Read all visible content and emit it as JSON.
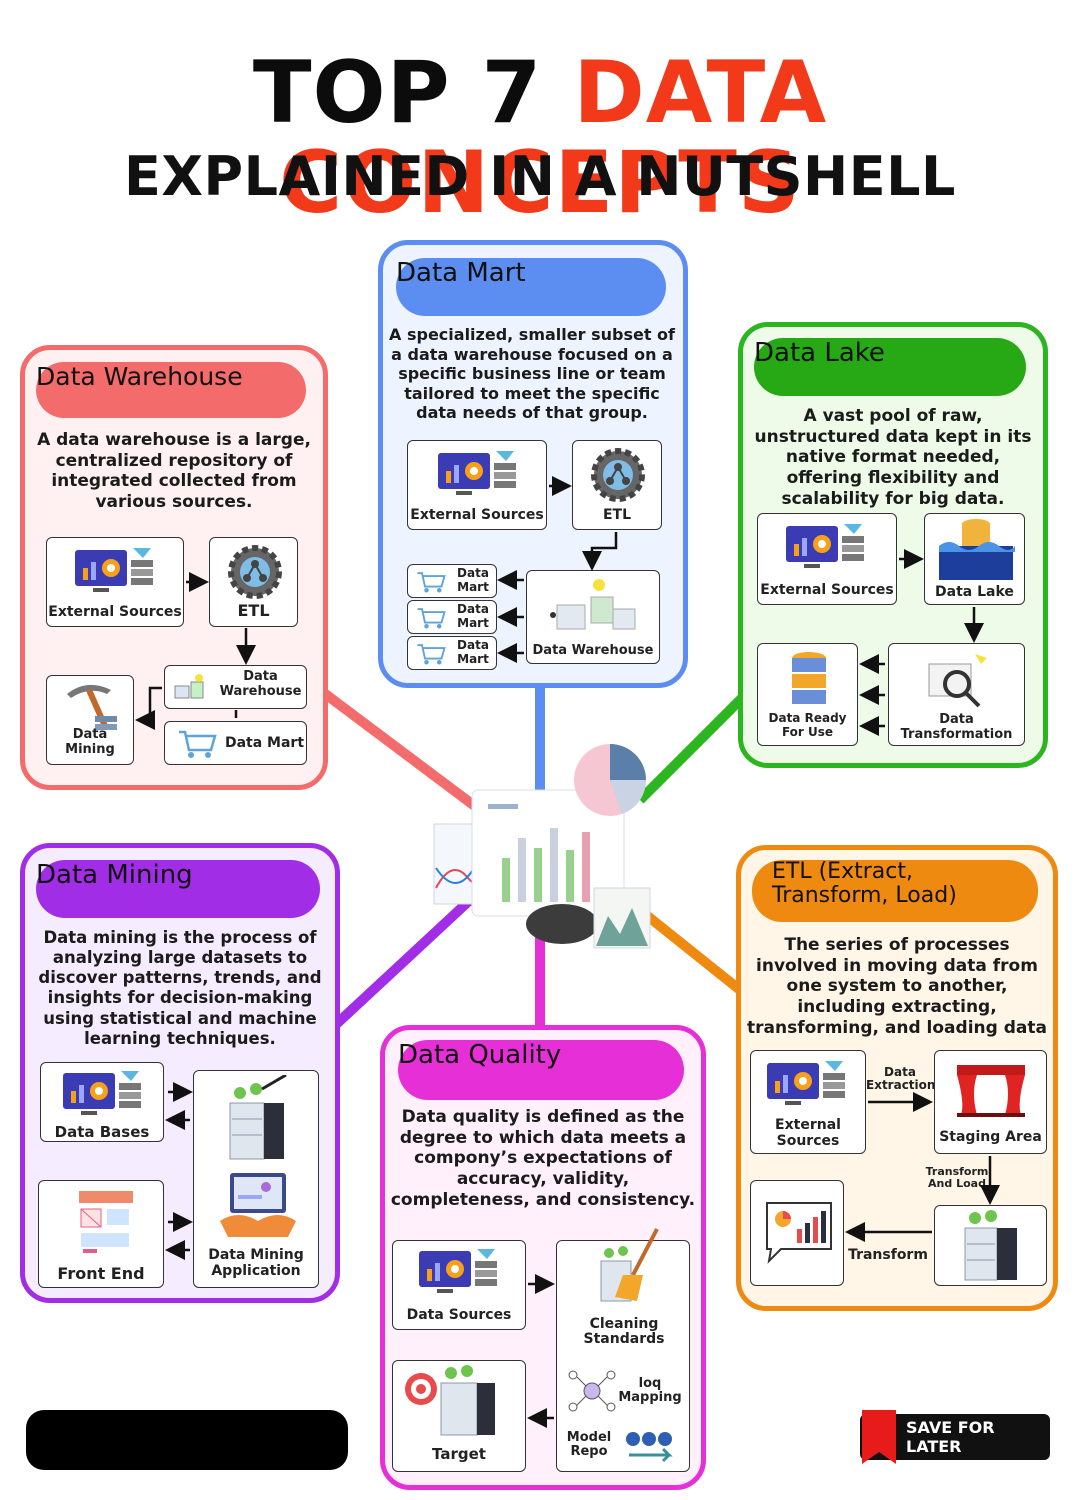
{
  "title": {
    "part1": "TOP 7",
    "part2": "DATA CONCEPTS",
    "line2": "EXPLAINED IN A NUTSHELL"
  },
  "colors": {
    "warehouse": "#f36b6b",
    "mart": "#5b8ef0",
    "lake": "#2bb51e",
    "mining": "#a12ee6",
    "quality": "#e62fd6",
    "etl": "#ef8a10",
    "title_red": "#f23a1a"
  },
  "warehouse": {
    "title": "Data Warehouse",
    "desc": "A data warehouse is a large, centralized repository of integrated collected from various sources.",
    "boxes": {
      "ext": "External Sources",
      "etl": "ETL",
      "dw": "Data Warehouse",
      "mining": "Data Mining",
      "mart": "Data Mart"
    }
  },
  "mart": {
    "title": "Data Mart",
    "desc": "A specialized, smaller subset of a data warehouse focused on a specific business line or team tailored to meet the specific data needs of that group.",
    "boxes": {
      "ext": "External Sources",
      "etl": "ETL",
      "dw": "Data Warehouse",
      "m1": "Data Mart",
      "m2": "Data Mart",
      "m3": "Data Mart"
    }
  },
  "lake": {
    "title": "Data Lake",
    "desc": "A vast pool of raw, unstructured data kept in its native format needed, offering flexibility and scalability for big data.",
    "boxes": {
      "ext": "External Sources",
      "lake": "Data Lake",
      "ready": "Data Ready For Use",
      "transform": "Data Transformation"
    }
  },
  "mining": {
    "title": "Data Mining",
    "desc": "Data mining is the process of analyzing large datasets to discover patterns, trends, and insights for decision-making using statistical and machine learning techniques.",
    "boxes": {
      "db": "Data Bases",
      "front": "Front End",
      "app": "Data Mining Application"
    }
  },
  "quality": {
    "title": "Data Quality",
    "desc": "Data quality is defined as the degree to which data meets a compony’s expectations of accuracy, validity, completeness, and consistency.",
    "boxes": {
      "sources": "Data Sources",
      "target": "Target",
      "cleaning": "Cleaning Standards",
      "mapping": "loq Mapping",
      "repo": "Model Repo"
    }
  },
  "etl": {
    "title": "ETL (Extract, Transform, Load)",
    "desc": "The series of processes involved in moving data from one system to another, including extracting, transforming, and loading data",
    "boxes": {
      "ext": "External Sources",
      "staging": "Staging Area",
      "extraction": "Data Extraction",
      "tl": "Transform And Load",
      "transform": "Transform"
    }
  },
  "save": {
    "label": "SAVE FOR LATER"
  },
  "icons": {
    "monitor": "monitor-icon",
    "gear": "gear-network-icon",
    "cart": "cart-icon",
    "pickaxe": "pickaxe-icon",
    "lake": "water-tank-icon",
    "database": "database-icon",
    "server": "server-icon",
    "curtain": "stage-curtain-icon",
    "chart": "chart-bubble-icon",
    "broom": "broom-icon",
    "target": "target-icon",
    "laptop": "laptop-icon",
    "wireframe": "wireframe-icon",
    "bookmark": "bookmark-icon",
    "pie": "pie-chart-icon"
  }
}
